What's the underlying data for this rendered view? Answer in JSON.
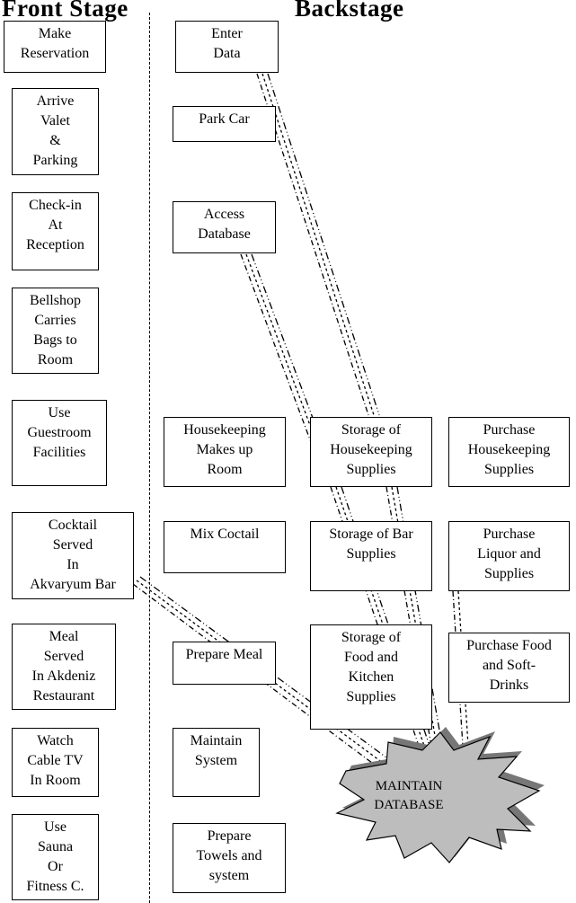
{
  "headers": {
    "front": "Front Stage",
    "back": "Backstage"
  },
  "front_stage": [
    "Make\nReservation",
    "Arrive\nValet\n&\nParking",
    "Check-in\nAt\nReception",
    "Bellshop\nCarries\nBags to\nRoom",
    "Use\nGuestroom\nFacilities",
    "Cocktail\nServed\nIn\nAkvaryum Bar",
    "Meal\nServed\nIn Akdeniz\nRestaurant",
    "Watch\nCable TV\nIn Room",
    "Use\nSauna\nOr\nFitness C."
  ],
  "backstage": [
    "Enter\nData",
    "Park Car",
    "Access\nDatabase",
    "Housekeeping\nMakes up\nRoom",
    "Mix Coctail",
    "Prepare Meal",
    "Maintain\nSystem",
    "Prepare\nTowels and\nsystem"
  ],
  "storage": [
    "Storage of\nHousekeeping\nSupplies",
    "Storage of Bar\nSupplies",
    "Storage of\nFood and\nKitchen\nSupplies"
  ],
  "purchase": [
    "Purchase\nHousekeeping\nSupplies",
    "Purchase\nLiquor and\nSupplies",
    "Purchase Food\nand Soft-\nDrinks"
  ],
  "central": "MAINTAIN\nDATABASE"
}
